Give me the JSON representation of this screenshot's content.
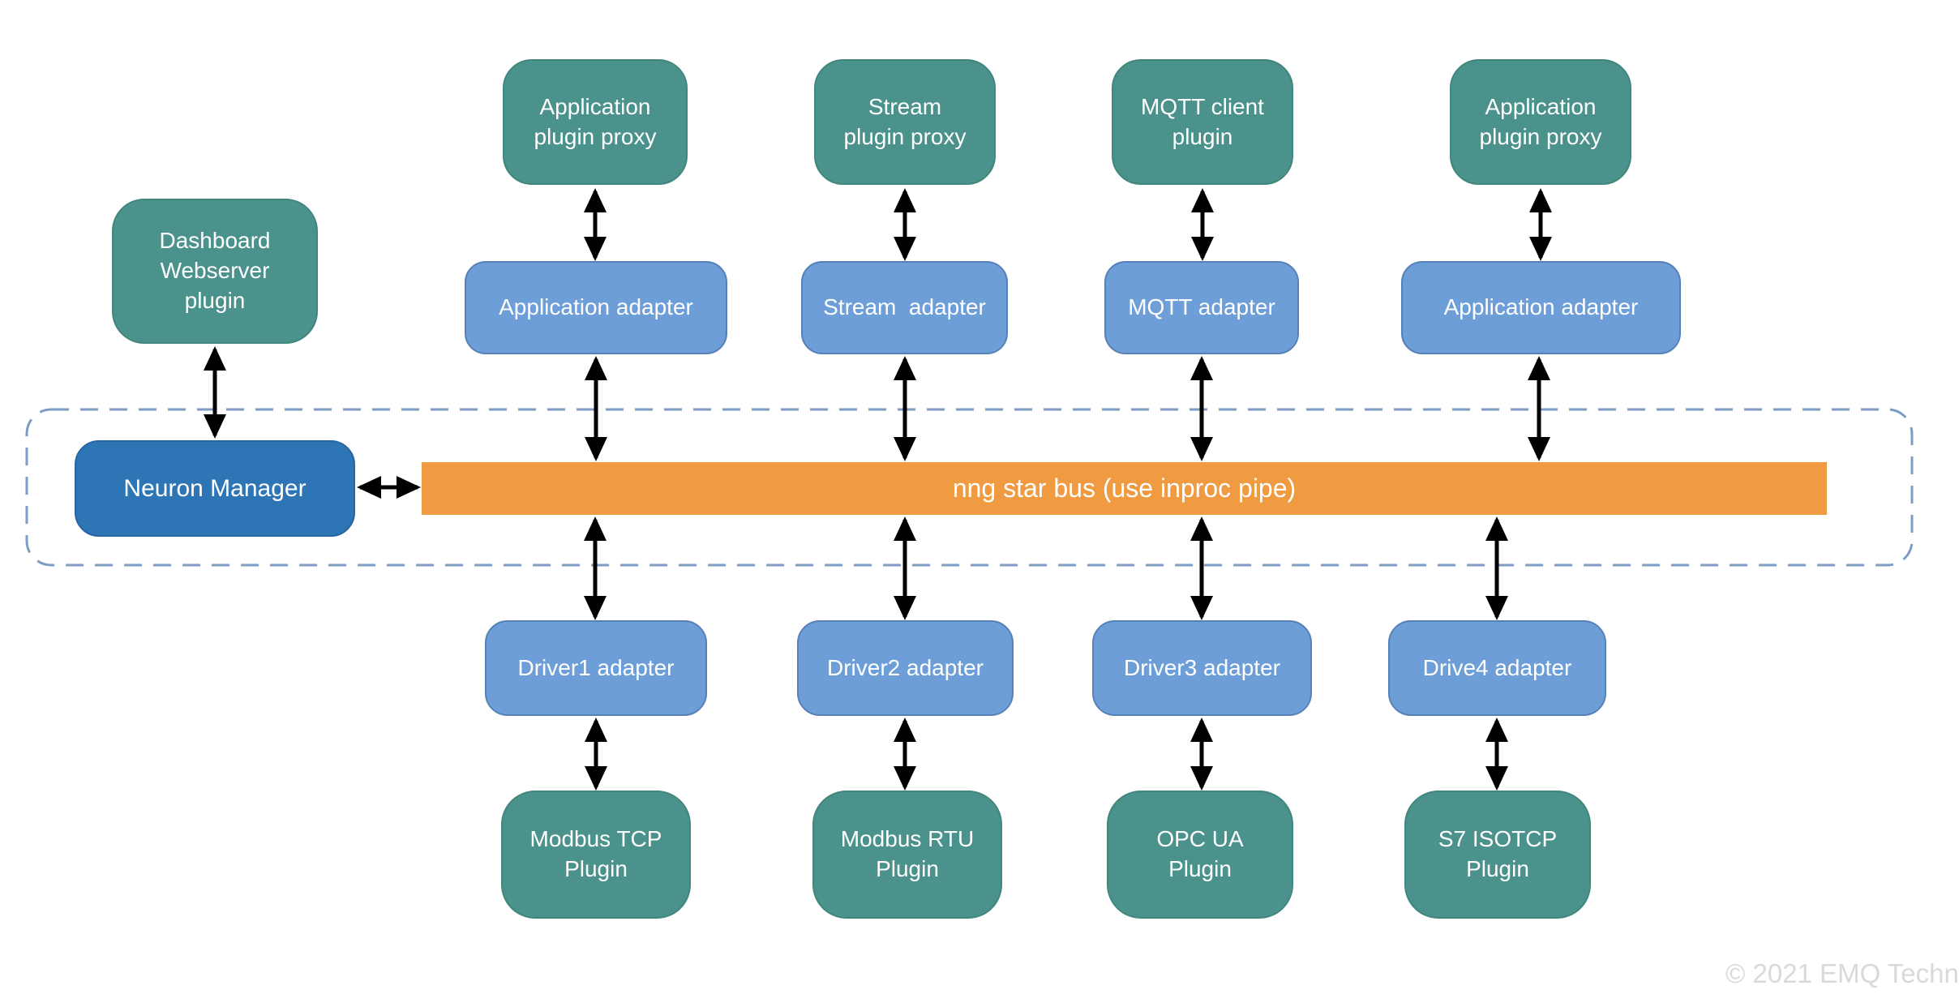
{
  "palette": {
    "background": "#FFFFFF",
    "label_text": "#FFFFFF",
    "teal": "#4A928B",
    "teal_border": "#41867E",
    "blue": "#6D9ED8",
    "blue_border": "#5680B8",
    "dark_blue": "#2E75B5",
    "dark_blue_border": "#2766A2",
    "orange": "#F09B41",
    "dashed_border": "#7E9CC4",
    "arrow": "#000000",
    "footer_text": "#D9D9D9"
  },
  "nodes": {
    "app_proxy_1": {
      "label": "Application\nplugin proxy"
    },
    "stream_proxy": {
      "label": "Stream\nplugin proxy"
    },
    "mqtt_client": {
      "label": "MQTT client\nplugin"
    },
    "app_proxy_2": {
      "label": "Application\nplugin proxy"
    },
    "dashboard": {
      "label": "Dashboard\nWebserver\nplugin"
    },
    "app_adapter_1": {
      "label": "Application adapter"
    },
    "stream_adapter": {
      "label": "Stream  adapter"
    },
    "mqtt_adapter": {
      "label": "MQTT adapter"
    },
    "app_adapter_2": {
      "label": "Application adapter"
    },
    "neuron_manager": {
      "label": "Neuron Manager"
    },
    "bus": {
      "label": "nng star bus (use inproc pipe)"
    },
    "driver1": {
      "label": "Driver1 adapter"
    },
    "driver2": {
      "label": "Driver2 adapter"
    },
    "driver3": {
      "label": "Driver3 adapter"
    },
    "driver4": {
      "label": "Drive4 adapter"
    },
    "modbus_tcp": {
      "label": "Modbus TCP\nPlugin"
    },
    "modbus_rtu": {
      "label": "Modbus RTU\nPlugin"
    },
    "opc_ua": {
      "label": "OPC UA\nPlugin"
    },
    "s7_isotcp": {
      "label": "S7 ISOTCP\nPlugin"
    }
  },
  "footer": {
    "copyright": "© 2021 EMQ Techn"
  }
}
